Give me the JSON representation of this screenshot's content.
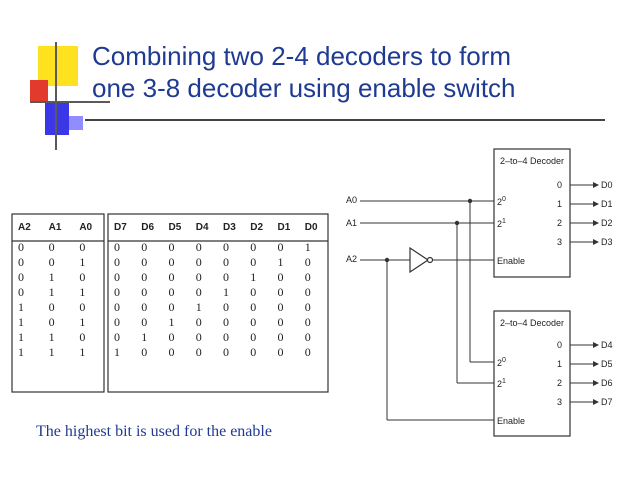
{
  "title": {
    "line1": "Combining two 2-4 decoders to form",
    "line2": "one 3-8 decoder using enable switch"
  },
  "colors": {
    "title": "#1f3a93",
    "accent_yellow": "#ffe21f",
    "accent_blue": "#3b37e6",
    "accent_red": "#e23b2e"
  },
  "truth_table": {
    "input_headers": [
      "A2",
      "A1",
      "A0"
    ],
    "output_headers": [
      "D7",
      "D6",
      "D5",
      "D4",
      "D3",
      "D2",
      "D1",
      "D0"
    ],
    "rows": [
      {
        "in": [
          "0",
          "0",
          "0"
        ],
        "out": [
          "0",
          "0",
          "0",
          "0",
          "0",
          "0",
          "0",
          "1"
        ]
      },
      {
        "in": [
          "0",
          "0",
          "1"
        ],
        "out": [
          "0",
          "0",
          "0",
          "0",
          "0",
          "0",
          "1",
          "0"
        ]
      },
      {
        "in": [
          "0",
          "1",
          "0"
        ],
        "out": [
          "0",
          "0",
          "0",
          "0",
          "0",
          "1",
          "0",
          "0"
        ]
      },
      {
        "in": [
          "0",
          "1",
          "1"
        ],
        "out": [
          "0",
          "0",
          "0",
          "0",
          "1",
          "0",
          "0",
          "0"
        ]
      },
      {
        "in": [
          "1",
          "0",
          "0"
        ],
        "out": [
          "0",
          "0",
          "0",
          "1",
          "0",
          "0",
          "0",
          "0"
        ]
      },
      {
        "in": [
          "1",
          "0",
          "1"
        ],
        "out": [
          "0",
          "0",
          "1",
          "0",
          "0",
          "0",
          "0",
          "0"
        ]
      },
      {
        "in": [
          "1",
          "1",
          "0"
        ],
        "out": [
          "0",
          "1",
          "0",
          "0",
          "0",
          "0",
          "0",
          "0"
        ]
      },
      {
        "in": [
          "1",
          "1",
          "1"
        ],
        "out": [
          "1",
          "0",
          "0",
          "0",
          "0",
          "0",
          "0",
          "0"
        ]
      }
    ]
  },
  "circuit": {
    "inputs": [
      "A0",
      "A1",
      "A2"
    ],
    "decoder_label": "2–to–4 Decoder",
    "decoder_top": {
      "select_pins": [
        "2^0",
        "2^1"
      ],
      "enable_pin": "Enable",
      "output_indices": [
        "0",
        "1",
        "2",
        "3"
      ],
      "outputs": [
        "D0",
        "D1",
        "D2",
        "D3"
      ]
    },
    "decoder_bottom": {
      "select_pins": [
        "2^0",
        "2^1"
      ],
      "enable_pin": "Enable",
      "output_indices": [
        "0",
        "1",
        "2",
        "3"
      ],
      "outputs": [
        "D4",
        "D5",
        "D6",
        "D7"
      ]
    }
  },
  "caption": "The highest bit is used for the enable"
}
